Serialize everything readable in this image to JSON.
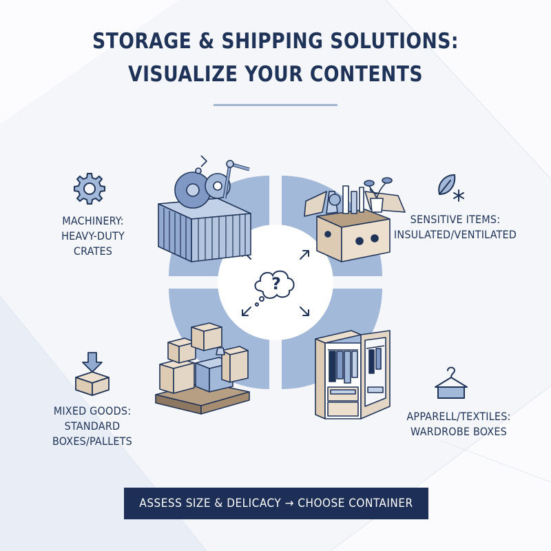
{
  "header": {
    "title_line1": "STORAGE & SHIPPING SOLUTIONS:",
    "title_line2": "VISUALIZE YOUR CONTENTS"
  },
  "center": {
    "symbol": "?"
  },
  "categories": [
    {
      "label_line1": "MACHINERY:",
      "label_line2": "HEAVY-DUTY CRATES",
      "icon": "gear-icon",
      "illustration": "shipping-crate-with-gears"
    },
    {
      "label_line1": "SENSITIVE ITEMS:",
      "label_line2": "INSULATED/VENTILATED",
      "icon": "leaf-snowflake-icon",
      "illustration": "open-box-with-lab-items"
    },
    {
      "label_line1": "MIXED GOODS:",
      "label_line2": "STANDARD",
      "label_line3": "BOXES/PALLETS",
      "icon": "box-down-arrow-icon",
      "illustration": "boxes-on-pallet"
    },
    {
      "label_line1": "APPARELL/TEXTILES:",
      "label_line2": "WARDROBE BOXES",
      "icon": "hanger-icon",
      "illustration": "wardrobe-box"
    }
  ],
  "footer": {
    "cta": "ASSESS SIZE & DELICACY → CHOOSE CONTAINER"
  },
  "colors": {
    "navy": "#1d2f57",
    "quadrant": "#a3b9d9",
    "accent_line": "#9fb3d3",
    "background": "#f4f6fa"
  }
}
